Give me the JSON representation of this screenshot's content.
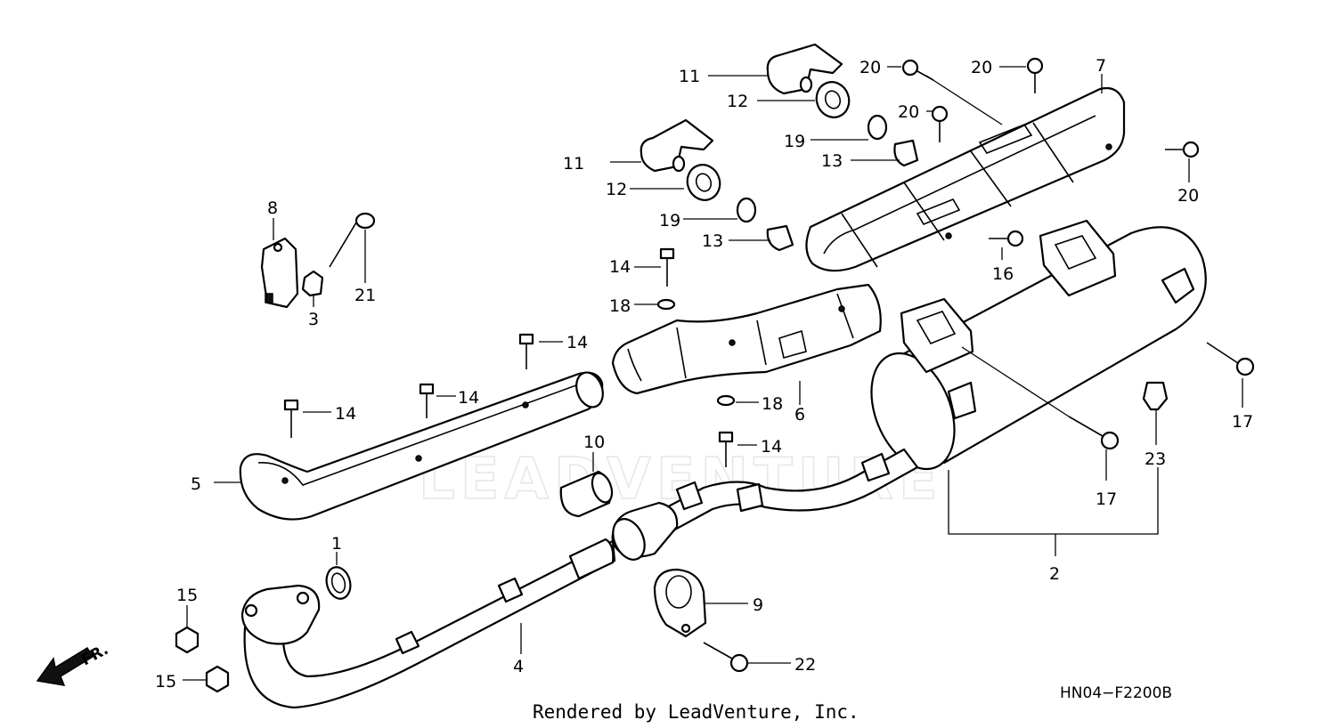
{
  "diagram_code": "HN04−F2200B",
  "footer": "Rendered by LeadVenture, Inc.",
  "watermark": "LEADVENTURE",
  "direction_label": "FR.",
  "callouts": [
    {
      "id": "1",
      "label": "1"
    },
    {
      "id": "2",
      "label": "2"
    },
    {
      "id": "3",
      "label": "3"
    },
    {
      "id": "4",
      "label": "4"
    },
    {
      "id": "5",
      "label": "5"
    },
    {
      "id": "6",
      "label": "6"
    },
    {
      "id": "7",
      "label": "7"
    },
    {
      "id": "8",
      "label": "8"
    },
    {
      "id": "9",
      "label": "9"
    },
    {
      "id": "10",
      "label": "10"
    },
    {
      "id": "11a",
      "label": "11"
    },
    {
      "id": "11b",
      "label": "11"
    },
    {
      "id": "12a",
      "label": "12"
    },
    {
      "id": "12b",
      "label": "12"
    },
    {
      "id": "13a",
      "label": "13"
    },
    {
      "id": "13b",
      "label": "13"
    },
    {
      "id": "14a",
      "label": "14"
    },
    {
      "id": "14b",
      "label": "14"
    },
    {
      "id": "14c",
      "label": "14"
    },
    {
      "id": "14d",
      "label": "14"
    },
    {
      "id": "14e",
      "label": "14"
    },
    {
      "id": "15a",
      "label": "15"
    },
    {
      "id": "15b",
      "label": "15"
    },
    {
      "id": "16",
      "label": "16"
    },
    {
      "id": "17a",
      "label": "17"
    },
    {
      "id": "17b",
      "label": "17"
    },
    {
      "id": "18a",
      "label": "18"
    },
    {
      "id": "18b",
      "label": "18"
    },
    {
      "id": "19a",
      "label": "19"
    },
    {
      "id": "19b",
      "label": "19"
    },
    {
      "id": "20a",
      "label": "20"
    },
    {
      "id": "20b",
      "label": "20"
    },
    {
      "id": "20c",
      "label": "20"
    },
    {
      "id": "20d",
      "label": "20"
    },
    {
      "id": "21",
      "label": "21"
    },
    {
      "id": "22",
      "label": "22"
    },
    {
      "id": "23",
      "label": "23"
    }
  ]
}
